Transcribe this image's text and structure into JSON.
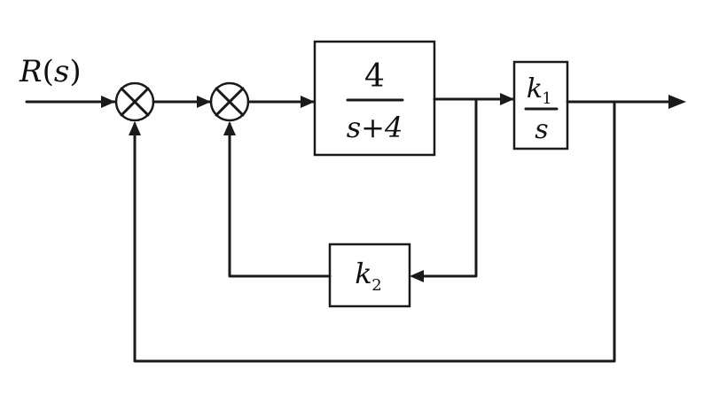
{
  "input_signal": {
    "label": "R",
    "paren_open": "(",
    "variable": "s",
    "paren_close": ")"
  },
  "blocks": {
    "plant": {
      "numerator": "4",
      "denominator": "s+4"
    },
    "integrator": {
      "numerator_symbol": "k",
      "numerator_subscript": "1",
      "denominator": "s"
    },
    "feedback_gain": {
      "symbol": "k",
      "subscript": "2"
    }
  },
  "colors": {
    "line": "#1a1a1a",
    "background": "#ffffff"
  }
}
